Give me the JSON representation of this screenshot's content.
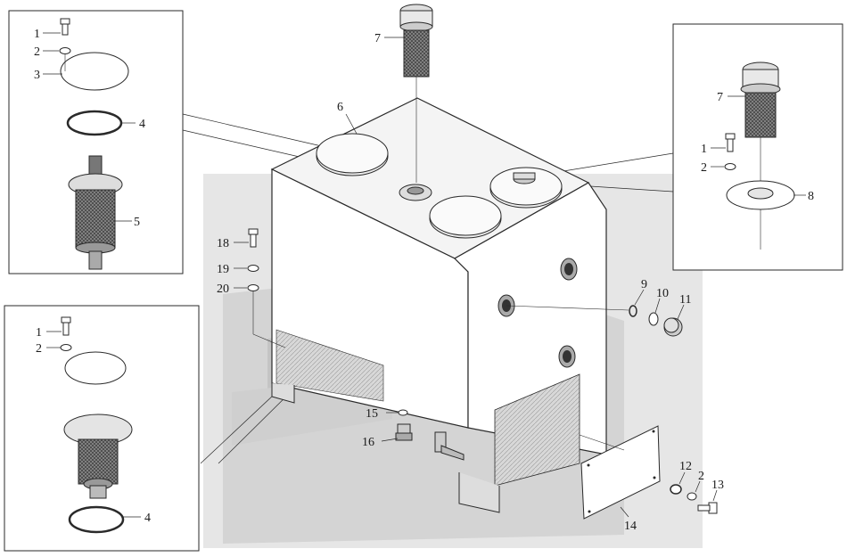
{
  "colors": {
    "line": "#2a2a2a",
    "shade": "#bdbdbd",
    "mesh": "#555555",
    "background": "#ffffff"
  },
  "callouts": {
    "tl_1": "1",
    "tl_2": "2",
    "tl_3": "3",
    "tl_4": "4",
    "tl_5": "5",
    "bl_1": "1",
    "bl_2": "2",
    "bl_4": "4",
    "c_6": "6",
    "c_7": "7",
    "r_7": "7",
    "r_1": "1",
    "r_2": "2",
    "r_8": "8",
    "p_9": "9",
    "p_10": "10",
    "p_11": "11",
    "p_12": "12",
    "p_2": "2",
    "p_13": "13",
    "p_14": "14",
    "p_15": "15",
    "p_16": "16",
    "p_18": "18",
    "p_19": "19",
    "p_20": "20"
  }
}
